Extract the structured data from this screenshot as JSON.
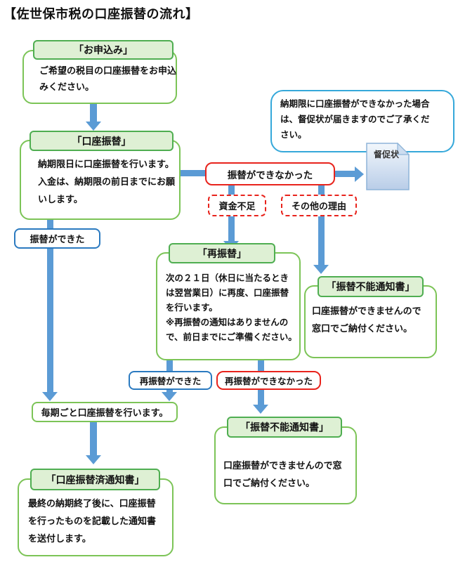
{
  "title": "【佐世保市税の口座振替の流れ】",
  "nodes": {
    "apply": {
      "label": "「お申込み」",
      "body": "ご希望の税目の口座振替をお申込\nみください。"
    },
    "transfer": {
      "label": "「口座振替」",
      "body": "納期限日に口座振替を行います。\n入金は、納期限の前日までにお願\nいします。"
    },
    "retransfer": {
      "label": "「再振替」",
      "body": "次の２１日（休日に当たるとき\nは翌営業日）に再度、口座振替\nを行います。\n※再振替の通知はありませんの\nで、前日までにご準備ください。"
    },
    "failure_notice_right": {
      "label": "「振替不能通知書」",
      "body": "口座振替ができませんので\n窓口でご納付ください。"
    },
    "failure_notice_bottom": {
      "label": "「振替不能通知書」",
      "body": "口座振替ができませんので窓\n口でご納付ください。"
    },
    "completed_notice": {
      "label": "「口座振替済通知書」",
      "body": "最終の納期終了後に、口座振替\nを行ったものを記載した通知書\nを送付します。"
    },
    "periodic": {
      "label": "毎期ごと口座振替を行います。"
    }
  },
  "conditions": {
    "succeeded": "振替ができた",
    "failed": "振替ができなかった",
    "insufficient_funds": "資金不足",
    "other_reasons": "その他の理由",
    "retry_succeeded": "再振替ができた",
    "retry_failed": "再振替ができなかった"
  },
  "note": {
    "text": "納期限に口座振替ができなかった場合\nは、督促状が届きますのでご了承くだ\nさい。"
  },
  "document": {
    "label": "督促状"
  },
  "colors": {
    "green_border": "#7cc457",
    "green_label_border": "#4fae51",
    "green_label_fill": "#def0d4",
    "blue_border": "#2b7ac0",
    "cyan_border": "#35a8da",
    "red_border": "#e8231c",
    "arrow_blue": "#5b9bd5",
    "doc_border": "#8eb4d8",
    "doc_fill_top": "#f2f7fc",
    "doc_fill_bottom": "#b9cde8"
  }
}
